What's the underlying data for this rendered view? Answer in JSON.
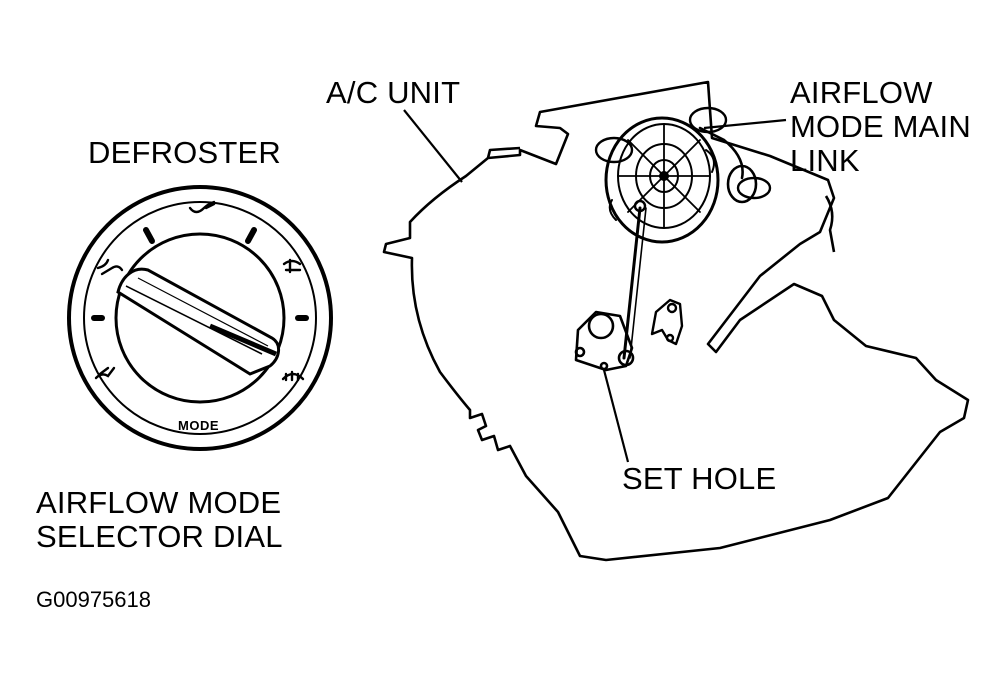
{
  "labels": {
    "defroster": "DEFROSTER",
    "ac_unit": "A/C UNIT",
    "airflow_main_link": [
      "AIRFLOW",
      "MODE MAIN",
      "LINK"
    ],
    "selector_dial": [
      "AIRFLOW MODE",
      "SELECTOR DIAL"
    ],
    "set_hole": "SET HOLE",
    "figure_id": "G00975618"
  },
  "dial": {
    "mode_label": "MODE"
  },
  "colors": {
    "ink": "#000000",
    "paper": "#ffffff"
  }
}
